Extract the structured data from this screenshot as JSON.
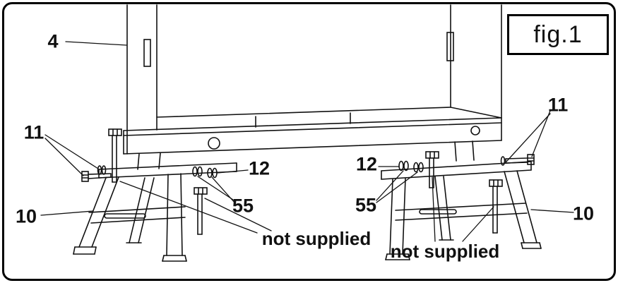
{
  "figure": {
    "label": "fig.1"
  },
  "callouts": {
    "part4": "4",
    "part10_left": "10",
    "part10_right": "10",
    "part11_left": "11",
    "part11_right": "11",
    "part12_left": "12",
    "part12_right": "12",
    "part55_left": "55",
    "part55_right": "55",
    "not_supplied_left": "not supplied",
    "not_supplied_right": "not supplied"
  },
  "colors": {
    "line": "#111111",
    "background": "#ffffff",
    "border": "#000000"
  }
}
